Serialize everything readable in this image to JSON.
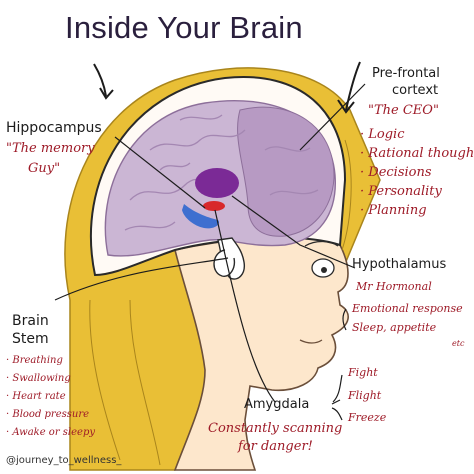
{
  "title": "Inside Your Brain",
  "prefrontal": {
    "name": "Pre-frontal",
    "name2": "cortext",
    "nickname": "\"The CEO\"",
    "functions": [
      "Logic",
      "Rational thought",
      "Decisions",
      "Personality",
      "Planning"
    ]
  },
  "hippocampus": {
    "name": "Hippocampus",
    "nickname1": "\"The memory",
    "nickname2": "Guy\""
  },
  "hypothalamus": {
    "name": "Hypothalamus",
    "functions": [
      "Mr Hormonal",
      "Emotional response",
      "Sleep, appetite",
      "etc"
    ]
  },
  "brain_stem": {
    "name1": "Brain",
    "name2": "Stem",
    "functions": [
      "Breathing",
      "Swallowing",
      "Heart rate",
      "Blood pressure",
      "Awake or sleepy"
    ]
  },
  "amygdala": {
    "name": "Amygdala",
    "responses": [
      "Fight",
      "Flight",
      "Freeze"
    ],
    "note1": "Constantly scanning",
    "note2": "for danger!"
  },
  "credit": "@journey_to_wellness_",
  "colors": {
    "hair": "#e9bf36",
    "skin": "#fde7cc",
    "brain": "#cbb6d4",
    "prefrontal": "#b79ac3",
    "hypothalamus": "#7b2a96",
    "amygdala": "#d8282b",
    "hippocampus": "#3e6fd0",
    "label_red": "#9e1b28"
  }
}
